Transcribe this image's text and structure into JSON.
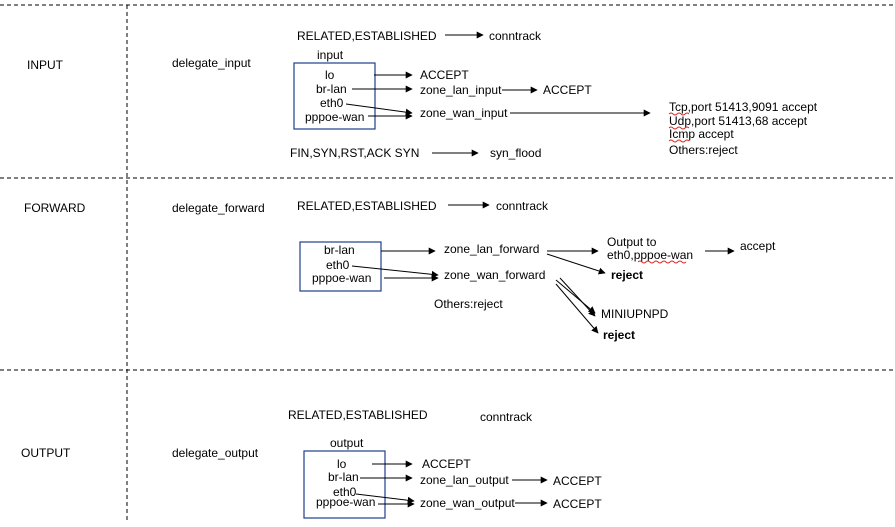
{
  "sections": {
    "input": {
      "chain": "INPUT",
      "delegate": "delegate_input",
      "established": "RELATED,ESTABLISHED",
      "conntrack": "conntrack",
      "box_title": "input",
      "iface": {
        "lo": "lo",
        "br_lan": "br-lan",
        "eth0": "eth0",
        "pppoe": "pppoe-wan"
      },
      "accept_lo": "ACCEPT",
      "zone_lan": "zone_lan_input",
      "accept_lan": "ACCEPT",
      "zone_wan": "zone_wan_input",
      "wan_rules": [
        "Tcp,port 51413,9091 accept",
        "Udp,port 51413,68 accept",
        "Icmp accept",
        "Others:reject"
      ],
      "flags": "FIN,SYN,RST,ACK SYN",
      "syn_flood": "syn_flood"
    },
    "forward": {
      "chain": "FORWARD",
      "delegate": "delegate_forward",
      "established": "RELATED,ESTABLISHED",
      "conntrack": "conntrack",
      "iface": {
        "br_lan": "br-lan",
        "eth0": "eth0",
        "pppoe": "pppoe-wan"
      },
      "zone_lan": "zone_lan_forward",
      "output_to_line1": "Output to",
      "output_to_line2": "eth0,pppoe-wan",
      "accept": "accept",
      "reject_lan": "reject",
      "zone_wan": "zone_wan_forward",
      "others_reject": "Others:reject",
      "miniupnpd": "MINIUPNPD",
      "reject_wan": "reject"
    },
    "output": {
      "chain": "OUTPUT",
      "delegate": "delegate_output",
      "established": "RELATED,ESTABLISHED",
      "conntrack": "conntrack",
      "box_title": "output",
      "iface": {
        "lo": "lo",
        "br_lan": "br-lan",
        "eth0": "eth0",
        "pppoe": "pppoe-wan"
      },
      "accept_lo": "ACCEPT",
      "zone_lan": "zone_lan_output",
      "accept_lan": "ACCEPT",
      "zone_wan": "zone_wan_output",
      "accept_wan": "ACCEPT"
    }
  }
}
